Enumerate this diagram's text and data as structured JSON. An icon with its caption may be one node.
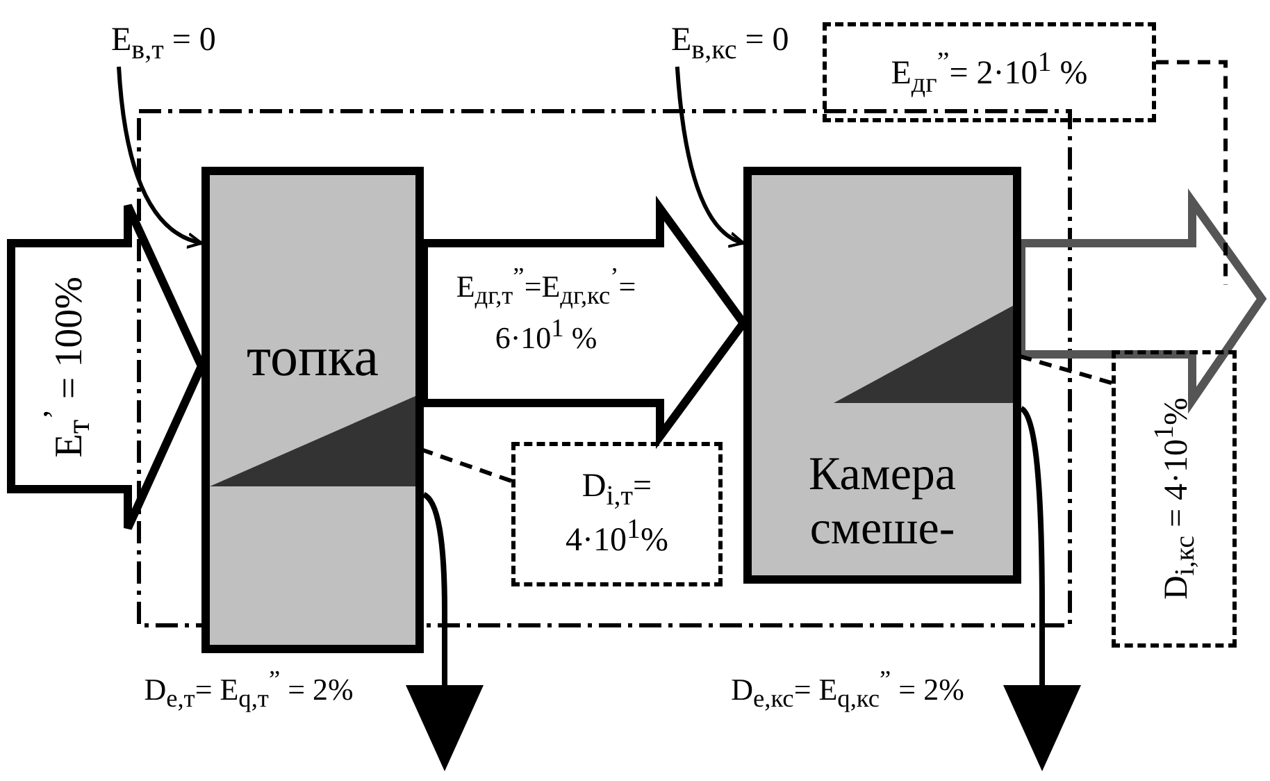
{
  "diagram": {
    "nodes": [
      {
        "text": [
          "E$_{в,т}$ = 0"
        ]
      },
      {
        "text": [
          "E$_{в,кс}$ = 0"
        ]
      },
      {
        "text": [
          "E$_{дг}$$^{”}$= 2·10$^{1}$ %"
        ]
      },
      {
        "text": [
          "топка"
        ]
      },
      {
        "text": [],
        "shape": "triangle",
        "in": 3
      },
      {
        "text": [
          "Камера смеше-"
        ]
      },
      {
        "text": [],
        "shape": "triangle",
        "in": 5
      },
      {
        "text": [
          "D$_{i,т}$= 4·10$^{1}$%"
        ]
      },
      {
        "text": [
          "D$_{i,кс}$ = 4·10$^{1}$%"
        ]
      }
    ],
    "edges": [
      {
        "from": 0,
        "to": 3,
        "arrow": "to"
      },
      {
        "from": 1,
        "to": 5,
        "arrow": "to"
      },
      {
        "from": null,
        "to": 3,
        "arrow": "to",
        "label": "E$_{т}$$^{’}$ = 100%",
        "style": "thick"
      },
      {
        "from": 3,
        "to": 5,
        "arrow": "to",
        "label": "E$_{дг,т}$$^{”}$=E$_{дг,кс}$$^{’}$= 6·10$^{1}$ %",
        "style": "thick"
      },
      {
        "from": 5,
        "to": null,
        "arrow": "to",
        "style": "thick",
        "color": "#555555"
      },
      {
        "from": 2,
        "to": null,
        "arrow": "none",
        "style": "dashed"
      },
      {
        "from": 7,
        "to": 4,
        "arrow": "none",
        "style": "dashed"
      },
      {
        "from": 8,
        "to": 6,
        "arrow": "none",
        "style": "dashed"
      },
      {
        "from": 3,
        "to": null,
        "arrow": "to",
        "label": "D$_{e,т}$= E$_{q,т}$$^{”}$ = 2%"
      },
      {
        "from": 5,
        "to": null,
        "arrow": "to",
        "label": "D$_{e,кс}$= E$_{q,кс}$$^{”}$ = 2%"
      }
    ]
  }
}
